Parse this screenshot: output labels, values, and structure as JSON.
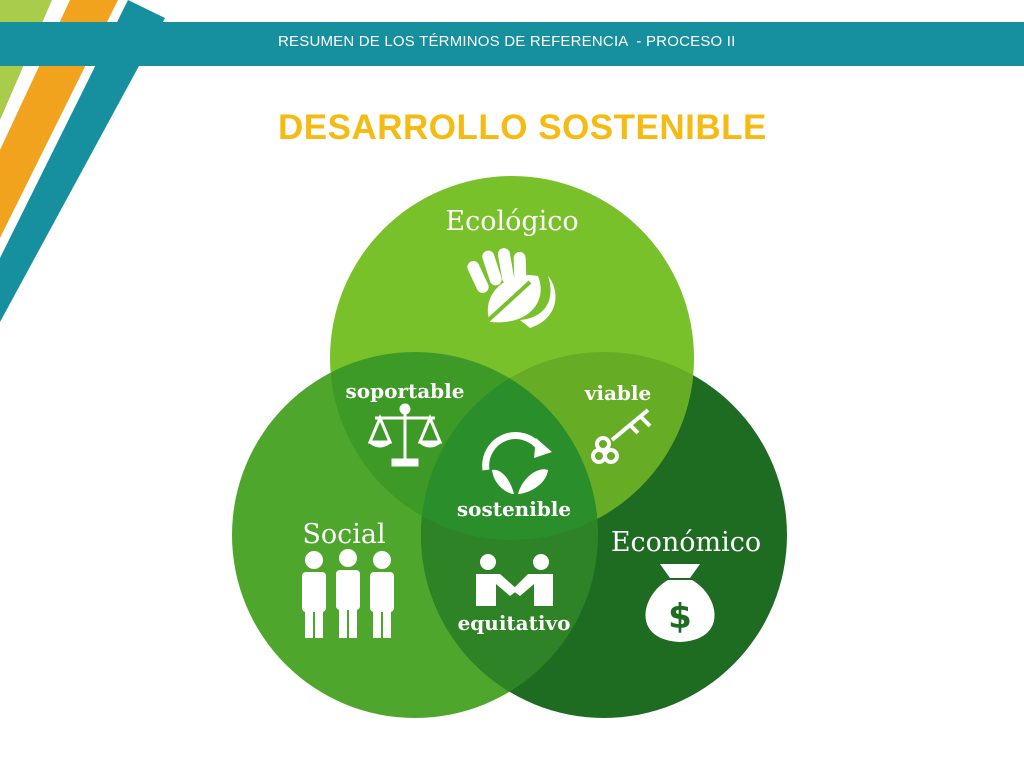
{
  "header": {
    "text": "RESUMEN DE LOS TÉRMINOS DE REFERENCIA  - PROCESO II"
  },
  "title": "DESARROLLO SOSTENIBLE",
  "diagram": {
    "circles": {
      "ecologico": "Ecológico",
      "social": "Social",
      "economico": "Económico"
    },
    "intersections": {
      "eco_social": "soportable",
      "eco_econ": "viable",
      "social_econ": "equitativo",
      "center": "sostenible"
    },
    "icons": {
      "ecologico": "hand-leaf-icon",
      "social": "people-icon",
      "economico": "money-bag-icon",
      "soportable": "scale-icon",
      "viable": "key-icon",
      "sostenible": "recycle-leaf-icon",
      "equitativo": "handshake-icon"
    }
  },
  "colors": {
    "header_bar": "#16909f",
    "title": "#f5bb12",
    "ecologico_circle": "#79c12a",
    "social_circle": "#4fa62c",
    "economico_circle": "#1e6b22",
    "accent_orange": "#f2a31d",
    "accent_lime": "#a9cc4a"
  }
}
